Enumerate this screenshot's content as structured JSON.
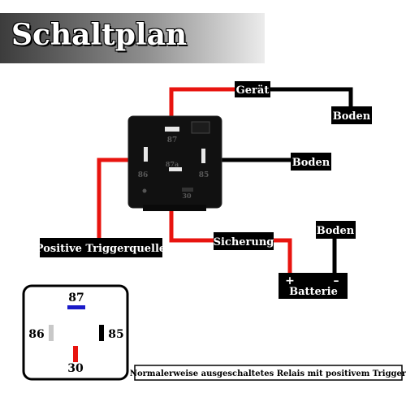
{
  "title": "Schaltplan",
  "labels": {
    "geraet": "Gerät",
    "boden_top": "Boden",
    "boden_mid": "Boden",
    "boden_right": "Boden",
    "trigger": "Positive Triggerquelle",
    "sicherung": "Sicherung",
    "batterie": "Batterie",
    "plus": "+",
    "minus": "–"
  },
  "relay_pins": {
    "p87": "87",
    "p86": "86",
    "p85": "85",
    "p30": "30",
    "p87a": "87a"
  },
  "pinout": {
    "p87": "87",
    "p86": "86",
    "p85": "85",
    "p30": "30"
  },
  "caption": "Normalerweise ausgeschaltetes Relais mit positivem Trigger",
  "colors": {
    "positive_wire": "#e8140f",
    "ground_wire": "#000000",
    "pin87_marker": "#1a1ac8",
    "pin86_marker": "#c8c8c8",
    "pin30_marker": "#e8140f"
  }
}
